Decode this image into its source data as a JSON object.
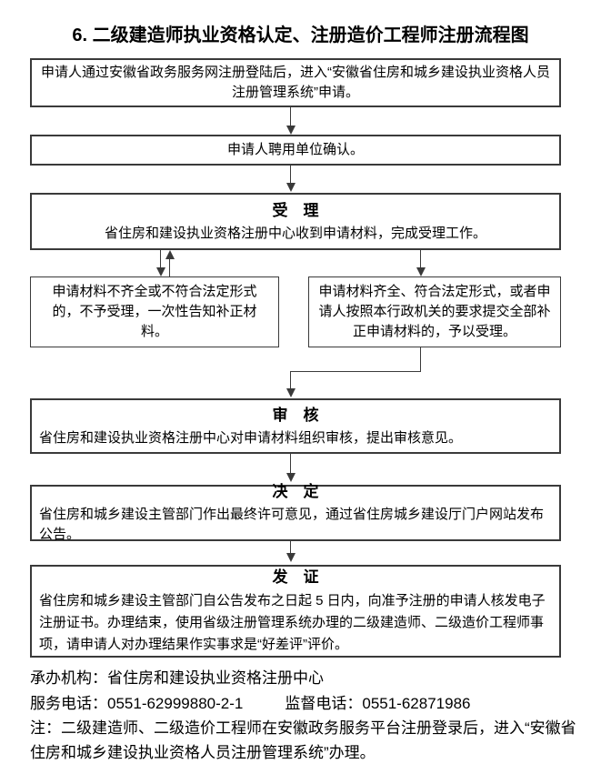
{
  "title": "6. 二级建造师执业资格认定、注册造价工程师注册流程图",
  "flow": {
    "step1": "申请人通过安徽省政务服务网注册登陆后，进入“安徽省住房和城乡建设执业资格人员注册管理系统”申请。",
    "step2": "申请人聘用单位确认。",
    "accept": {
      "heading": "受　理",
      "body": "省住房和建设执业资格注册中心收到申请材料，完成受理工作。"
    },
    "branch_reject": "申请材料不齐全或不符合法定形式的，不予受理，一次性告知补正材料。",
    "branch_accept": "申请材料齐全、符合法定形式，或者申请人按照本行政机关的要求提交全部补正申请材料的，予以受理。",
    "review": {
      "heading": "审　核",
      "body": "省住房和建设执业资格注册中心对申请材料组织审核，提出审核意见。"
    },
    "decision": {
      "heading": "决　定",
      "body": "省住房和城乡建设主管部门作出最终许可意见，通过省住房城乡建设厅门户网站发布公告。"
    },
    "certificate": {
      "heading": "发　证",
      "body": "省住房和城乡建设主管部门自公告发布之日起 5 日内，向准予注册的申请人核发电子注册证书。办理结束，使用省级注册管理系统办理的二级建造师、二级造价工程师事项，请申请人对办理结果作实事求是“好差评”评价。"
    }
  },
  "footer": {
    "agency": "承办机构：省住房和建设执业资格注册中心",
    "service_phone": "服务电话：0551-62999880-2-1",
    "supervise_phone": "监督电话：0551-62871986",
    "note": "注：二级建造师、二级造价工程师在安徽政务服务平台注册登录后，进入“安徽省住房和城乡建设执业资格人员注册管理系统”办理。"
  },
  "colors": {
    "border": "#3a3a3a",
    "text": "#000000",
    "background": "#ffffff"
  }
}
